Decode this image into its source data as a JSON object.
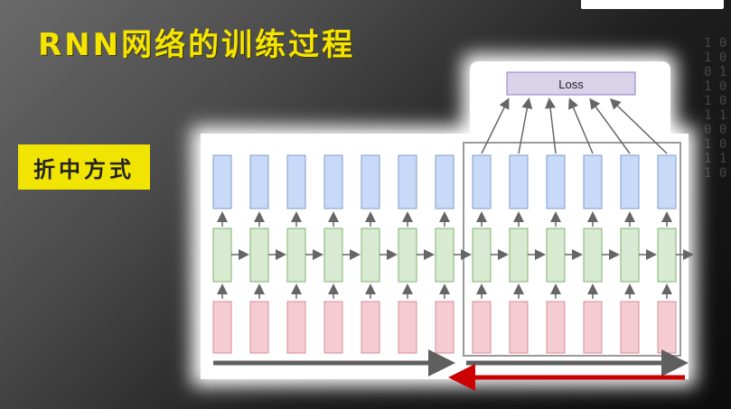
{
  "slide": {
    "title": "RNN网络的训练过程",
    "badge": "折中方式"
  },
  "diagram": {
    "loss_label": "Loss",
    "timesteps": 13,
    "window_start": 7,
    "colors": {
      "output": "#c9daf8",
      "output_border": "#7d9bd1",
      "hidden": "#d9ead3",
      "hidden_border": "#7fb36f",
      "input": "#f4ccd2",
      "input_border": "#d88c98",
      "loss": "#d9d2e9",
      "loss_border": "#8e7cc3",
      "forward_arrow": "#5f5f5f",
      "backward_arrow": "#cc0000",
      "window_border": "#9a9a9a"
    }
  },
  "decor": {
    "matrix_text": "1 0 1 0 0 1 1 0 1 0 1 1 0 0 1 0 1 1 1 0"
  }
}
